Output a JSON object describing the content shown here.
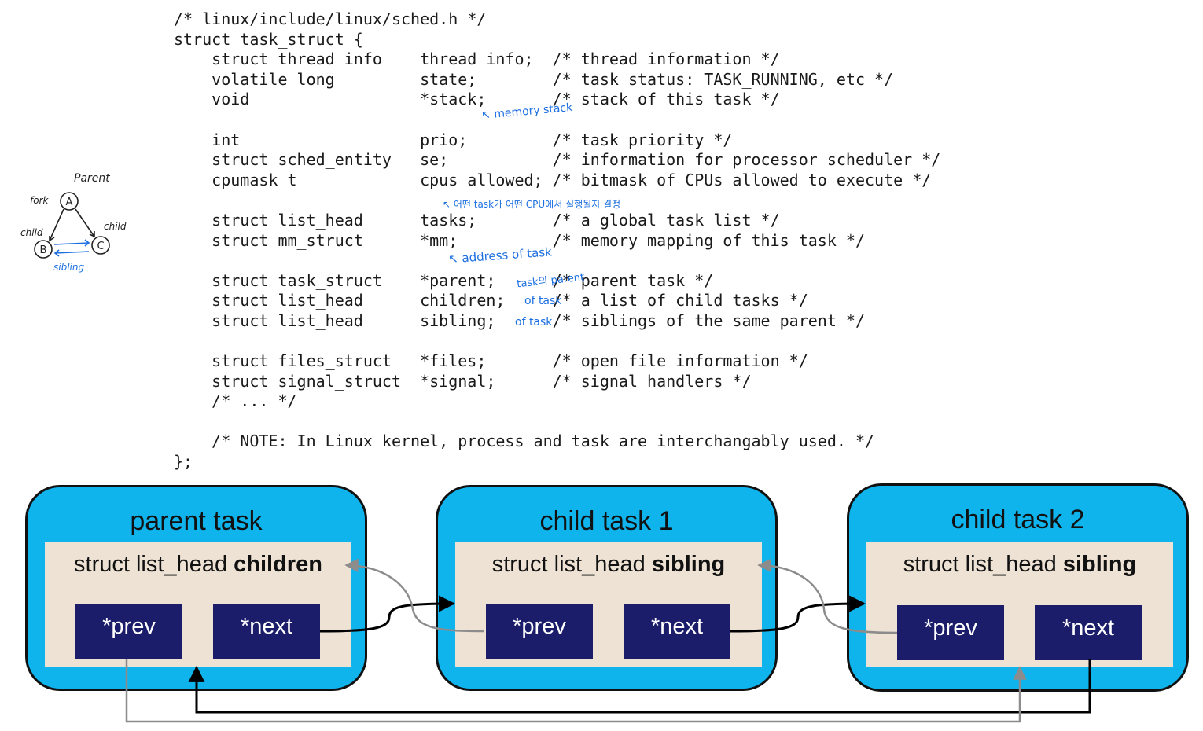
{
  "code": {
    "lines": [
      "/* linux/include/linux/sched.h */",
      "struct task_struct {",
      "    struct thread_info    thread_info;  /* thread information */",
      "    volatile long         state;        /* task status: TASK_RUNNING, etc */",
      "    void                  *stack;       /* stack of this task */",
      "",
      "    int                   prio;         /* task priority */",
      "    struct sched_entity   se;           /* information for processor scheduler */",
      "    cpumask_t             cpus_allowed; /* bitmask of CPUs allowed to execute */",
      "",
      "    struct list_head      tasks;        /* a global task list */",
      "    struct mm_struct      *mm;          /* memory mapping of this task */",
      "",
      "    struct task_struct    *parent;      /* parent task */",
      "    struct list_head      children;     /* a list of child tasks */",
      "    struct list_head      sibling;      /* siblings of the same parent */",
      "",
      "    struct files_struct   *files;       /* open file information */",
      "    struct signal_struct  *signal;      /* signal handlers */",
      "    /* ... */",
      "",
      "    /* NOTE: In Linux kernel, process and task are interchangably used. */",
      "};"
    ]
  },
  "handwritten_notes": {
    "stack_note": "↖ memory stack",
    "cpus_note": "↖ 어떤 task가 어떤 CPU에서 실행될지 결정",
    "mm_note": "↖ address of task",
    "parent_note": "task의 parent",
    "children_note": "of task",
    "sibling_note": "of task"
  },
  "sketch": {
    "parent_label": "Parent",
    "fork_label": "fork",
    "child_left_label": "child",
    "child_right_label": "child",
    "node_a": "A",
    "node_b": "B",
    "node_c": "C",
    "sibling_label": "sibling"
  },
  "boxes": [
    {
      "title": "parent task",
      "struct_prefix": "struct list_head ",
      "struct_field": "children",
      "prev": "*prev",
      "next": "*next"
    },
    {
      "title": "child task 1",
      "struct_prefix": "struct list_head ",
      "struct_field": "sibling",
      "prev": "*prev",
      "next": "*next"
    },
    {
      "title": "child task 2",
      "struct_prefix": "struct list_head ",
      "struct_field": "sibling",
      "prev": "*prev",
      "next": "*next"
    }
  ],
  "colors": {
    "box_fill": "#10b4ec",
    "inner_fill": "#ede2d4",
    "pointer_fill": "#1b1d6b",
    "next_arrow": "#000000",
    "prev_arrow": "#8c8c8c",
    "annotation_ink": "#1c6fe0"
  }
}
